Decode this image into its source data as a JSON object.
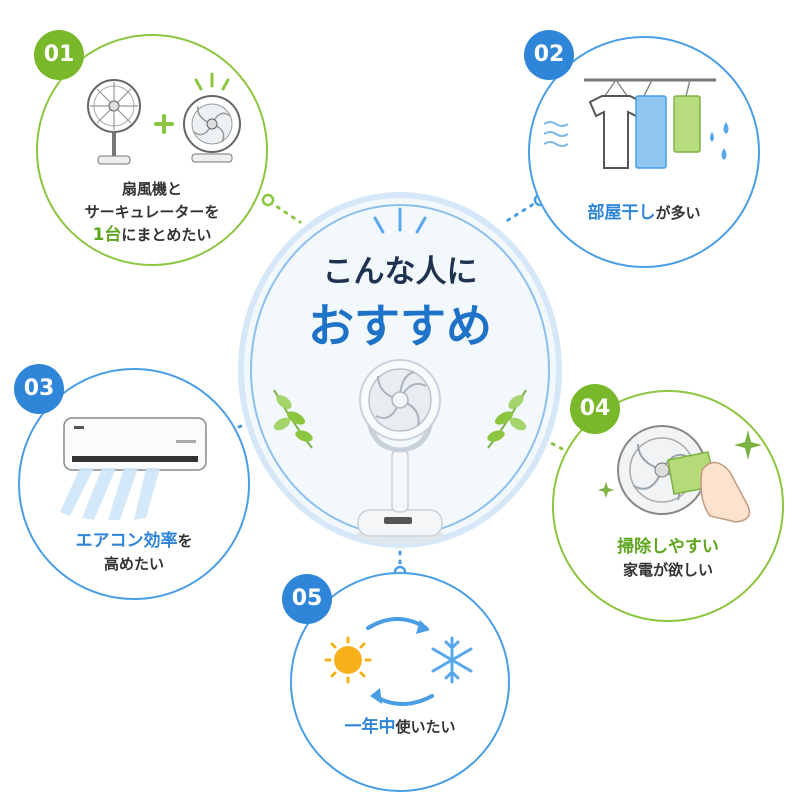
{
  "center": {
    "title_line1": "こんな人に",
    "title_line2": "おすすめ"
  },
  "items": [
    {
      "number": "01",
      "lines": [
        [
          {
            "text": "扇風機と",
            "style": "normal"
          }
        ],
        [
          {
            "text": "サーキュレーターを",
            "style": "normal"
          }
        ],
        [
          {
            "text": "1台",
            "style": "green"
          },
          {
            "text": "にまとめたい",
            "style": "normal"
          }
        ]
      ]
    },
    {
      "number": "02",
      "lines": [
        [
          {
            "text": "部屋干し",
            "style": "blue"
          },
          {
            "text": "が多い",
            "style": "normal"
          }
        ]
      ]
    },
    {
      "number": "03",
      "lines": [
        [
          {
            "text": "エアコン効率",
            "style": "blue"
          },
          {
            "text": "を",
            "style": "normal"
          }
        ],
        [
          {
            "text": "高めたい",
            "style": "normal"
          }
        ]
      ]
    },
    {
      "number": "04",
      "lines": [
        [
          {
            "text": "掃除しやすい",
            "style": "green"
          }
        ],
        [
          {
            "text": "家電が欲しい",
            "style": "normal"
          }
        ]
      ]
    },
    {
      "number": "05",
      "lines": [
        [
          {
            "text": "一年中",
            "style": "blue"
          },
          {
            "text": "使いたい",
            "style": "normal"
          }
        ]
      ]
    }
  ],
  "colors": {
    "green": "#78b82a",
    "blue": "#2f86d8",
    "text": "#333333"
  },
  "icons": [
    "fan-icon",
    "plus-icon",
    "circulator-icon",
    "laundry-icon",
    "air-conditioner-icon",
    "fan-cleaning-icon",
    "sun-icon",
    "snowflake-icon",
    "cycle-arrows-icon",
    "leaf-icon",
    "circulator-stand-icon"
  ]
}
